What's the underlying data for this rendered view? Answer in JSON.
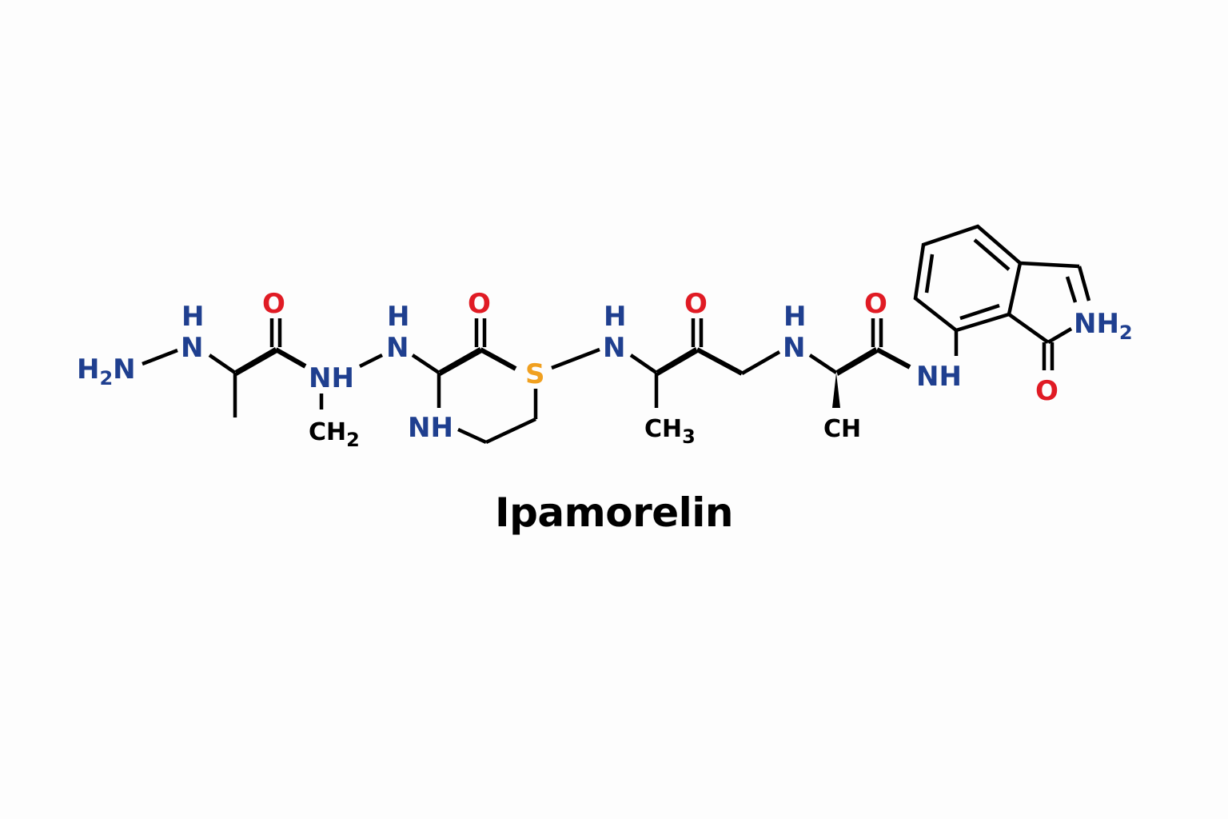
{
  "title": "Ipamorelin",
  "colors": {
    "background": "#fdfdfd",
    "nitrogen": "#1f3f8f",
    "oxygen": "#e01b24",
    "sulfur": "#f0a020",
    "carbon": "#000000"
  },
  "atoms": {
    "h2n_terminal": {
      "main": "H",
      "sub": "2",
      "tail": "N"
    },
    "nh_1": {
      "h": "H",
      "n": "N"
    },
    "o_1": "O",
    "nh_2": "NH",
    "ch2": {
      "main": "CH",
      "sub": "2"
    },
    "nh_3": {
      "h": "H",
      "n": "N"
    },
    "o_2": "O",
    "s": "S",
    "nh_ring": "NH",
    "nh_4": {
      "h": "H",
      "n": "N"
    },
    "o_3": "O",
    "ch3": {
      "main": "CH",
      "sub": "3"
    },
    "nh_5": {
      "h": "H",
      "n": "N"
    },
    "o_4": "O",
    "ch": "CH",
    "nh_6": "NH",
    "nh2_ring": {
      "main": "NH",
      "sub": "2"
    },
    "o_5": "O"
  }
}
